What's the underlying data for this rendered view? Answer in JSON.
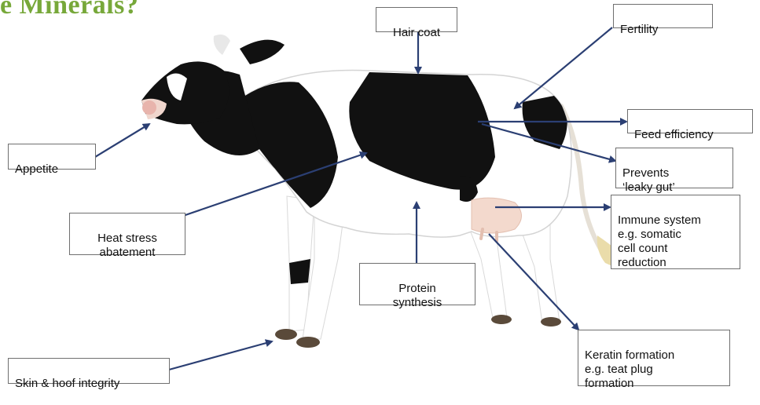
{
  "title": "e Minerals?",
  "labels": {
    "hair_coat": "Hair coat",
    "fertility": "Fertility",
    "feed_efficiency": "Feed efficiency",
    "leaky_gut": "Prevents\n‘leaky gut’",
    "immune": "Immune system\ne.g. somatic\ncell count\nreduction",
    "keratin": "Keratin formation\ne.g. teat plug\nformation",
    "protein": "Protein\nsynthesis",
    "heat_stress": "Heat stress\nabatement",
    "appetite": "Appetite",
    "skin_hoof": "Skin & hoof integrity"
  },
  "colors": {
    "arrow": "#2b3f73",
    "box_border": "#6f6f6f",
    "title": "#77a83a"
  }
}
